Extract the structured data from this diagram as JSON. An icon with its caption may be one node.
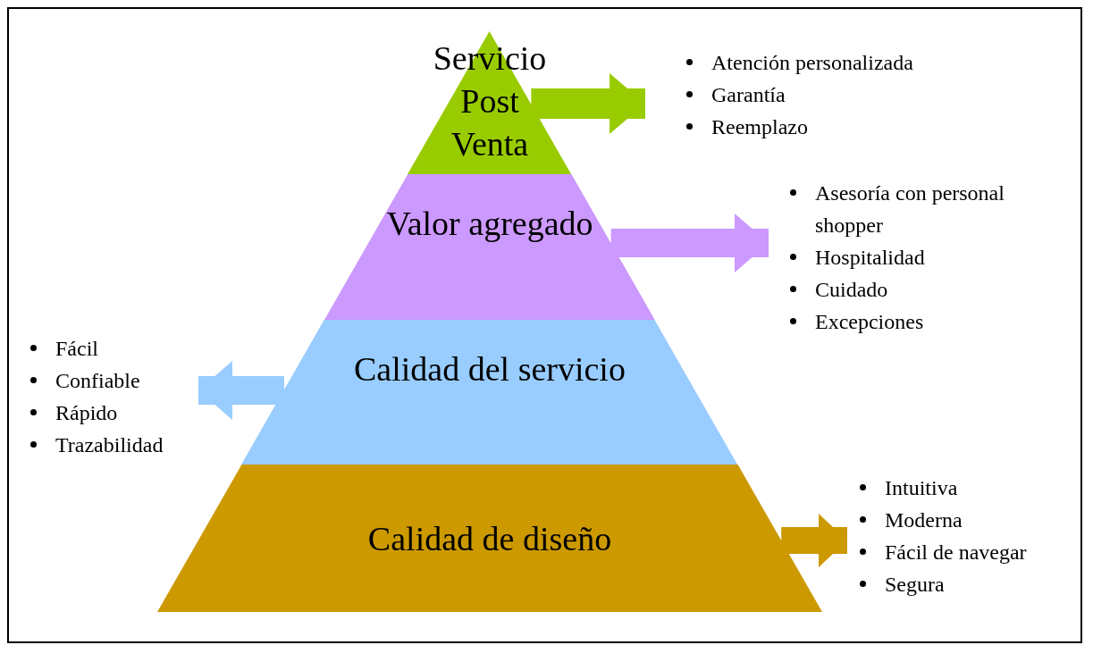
{
  "diagram": {
    "nodes": [
      {
        "text": [
          "Servicio Post Venta"
        ]
      },
      {
        "text": [
          "Valor agregado"
        ]
      },
      {
        "text": [
          "Calidad del servicio"
        ]
      },
      {
        "text": [
          "Calidad de diseño"
        ]
      },
      {
        "text": [
          "Atención personalizada",
          "Garantía",
          "Reemplazo"
        ]
      },
      {
        "text": [
          "Asesoría con personal shopper",
          "Hospitalidad",
          "Cuidado",
          "Excepciones"
        ]
      },
      {
        "text": [
          "Fácil",
          "Confiable",
          "Rápido",
          "Trazabilidad"
        ]
      },
      {
        "text": [
          "Intuitiva",
          "Moderna",
          "Fácil de navegar",
          "Segura"
        ]
      }
    ],
    "edges": [
      {
        "from": 0,
        "to": 4,
        "arrow": "to",
        "color": "#99cc00"
      },
      {
        "from": 1,
        "to": 5,
        "arrow": "to",
        "color": "#cc99ff"
      },
      {
        "from": 2,
        "to": 6,
        "arrow": "to",
        "color": "#99ccff"
      },
      {
        "from": 3,
        "to": 7,
        "arrow": "to",
        "color": "#cc9900"
      }
    ]
  }
}
